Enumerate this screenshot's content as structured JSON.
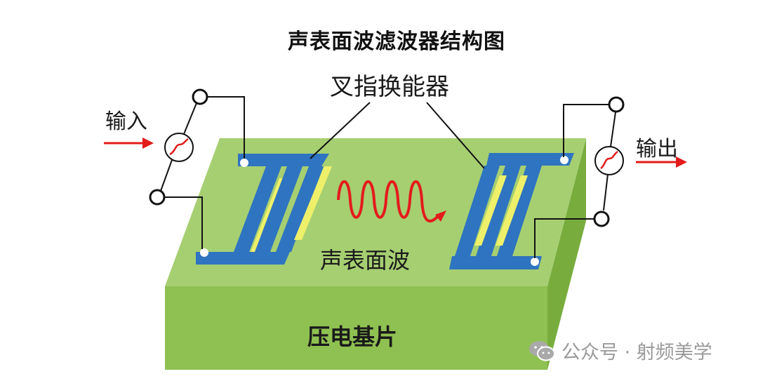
{
  "diagram": {
    "title": "声表面波滤波器结构图",
    "labels": {
      "idt": "叉指换能器",
      "input": "输入",
      "output": "输出",
      "wave": "声表面波",
      "substrate": "压电基片"
    },
    "watermark": {
      "text": "公众号 · 射频美学",
      "icon": "wechat-icon"
    },
    "colors": {
      "substrate_top": "#a6cf72",
      "substrate_front": "#8fc152",
      "substrate_side": "#78ad3e",
      "electrode": "#2f74c0",
      "finger_gap": "#eef06a",
      "wave": "#e31b1b",
      "arrow": "#e31b1b",
      "wire": "#111111"
    }
  }
}
